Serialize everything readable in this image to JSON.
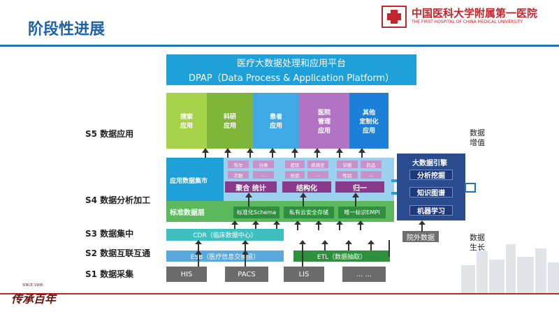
{
  "header": {
    "slide_title": "阶段性进展",
    "logo_name_cn": "中国医科大学附属第一医院",
    "logo_name_en": "THE FIRST HOSPITAL OF CHINA MEDICAL UNIVERSITY"
  },
  "platform": {
    "title_cn": "医疗大数据处理和应用平台",
    "title_en": "DPAP（Data Process & Application Platform）"
  },
  "stages": {
    "s5": "S5  数据应用",
    "s4": "S4  数据分析加工",
    "s3": "S3  数据集中",
    "s2": "S2  数据互联互通",
    "s1": "S1  数据采集"
  },
  "apps": {
    "search": "搜索\n应用",
    "research": "科研\n应用",
    "patient": "患者\n应用",
    "hospital": "医院\n管理\n应用",
    "custom": "其他\n定制化\n应用"
  },
  "analysis": {
    "mart_label": "应用数据集市",
    "std_layer": "标准数据层",
    "small": [
      "布尔",
      "分类",
      "症状",
      "疾病史",
      "诊断",
      "药品",
      "次数",
      "...",
      "检验",
      "...",
      "性别",
      "..."
    ],
    "agg": "聚合 统计",
    "struct": "结构化",
    "unify": "归一",
    "schema": "标准化Schema",
    "cloud": "私有云安全存储",
    "empi": "唯一标识EMPI"
  },
  "engine": {
    "title": "大数据引擎",
    "mining": "分析挖掘",
    "kg": "知识图谱",
    "ml": "机器学习"
  },
  "integration": {
    "cdr": "CDR（临床数据中心）",
    "esb": "ESB（医疗信息交换层）",
    "etl": "ETL（数据抽取）",
    "external": "院外数据"
  },
  "sources": [
    "HIS",
    "PACS",
    "LIS",
    "... ..."
  ],
  "side": {
    "value_add": "数据\n增值",
    "growth": "数据\n生长"
  },
  "footer": {
    "since": "SINCE 1908",
    "motto": "传承百年"
  },
  "colors": {
    "brand_blue": "#1e73b8",
    "red": "#c0262b",
    "cyan": "#1fa0d8",
    "green": "#2f8f3e",
    "navy": "#1f3a7a",
    "purple": "#8a3a8a"
  }
}
